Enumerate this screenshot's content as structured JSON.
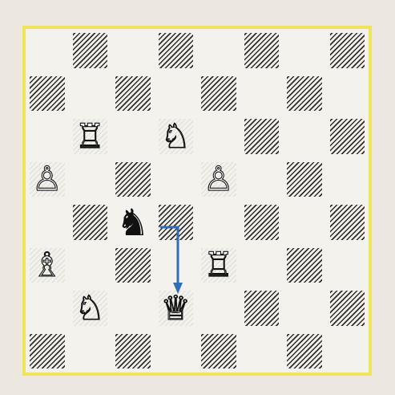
{
  "board": {
    "light_square_color": "#f4f2ec",
    "dark_square_color": "#2e2e2e",
    "frame_color": "#efe35a",
    "ranks": [
      [
        "",
        "",
        "",
        "",
        "",
        "",
        "",
        ""
      ],
      [
        "",
        "",
        "",
        "",
        "",
        "",
        "",
        ""
      ],
      [
        "",
        "R",
        "",
        "N",
        "",
        "",
        "",
        ""
      ],
      [
        "P",
        "",
        "",
        "",
        "P",
        "",
        "",
        ""
      ],
      [
        "",
        "",
        "n",
        "",
        "",
        "",
        "",
        ""
      ],
      [
        "B",
        "",
        "",
        "",
        "R",
        "",
        "",
        ""
      ],
      [
        "",
        "N",
        "",
        "Q",
        "",
        "",
        "",
        ""
      ],
      [
        "",
        "",
        "",
        "",
        "",
        "",
        "",
        ""
      ]
    ],
    "piece_names": {
      "R": "white-rook",
      "N": "white-knight",
      "P": "white-pawn",
      "B": "white-bishop",
      "Q": "white-queen",
      "n": "black-knight"
    },
    "piece_glyphs": {
      "R": "♖",
      "N": "♘",
      "P": "♙",
      "B": "♗",
      "Q": "♕",
      "n": "♞"
    }
  },
  "arrow": {
    "color": "#2f6db5",
    "move": "knight-path-to-queen",
    "path_squares": [
      "d4",
      "d2"
    ]
  }
}
